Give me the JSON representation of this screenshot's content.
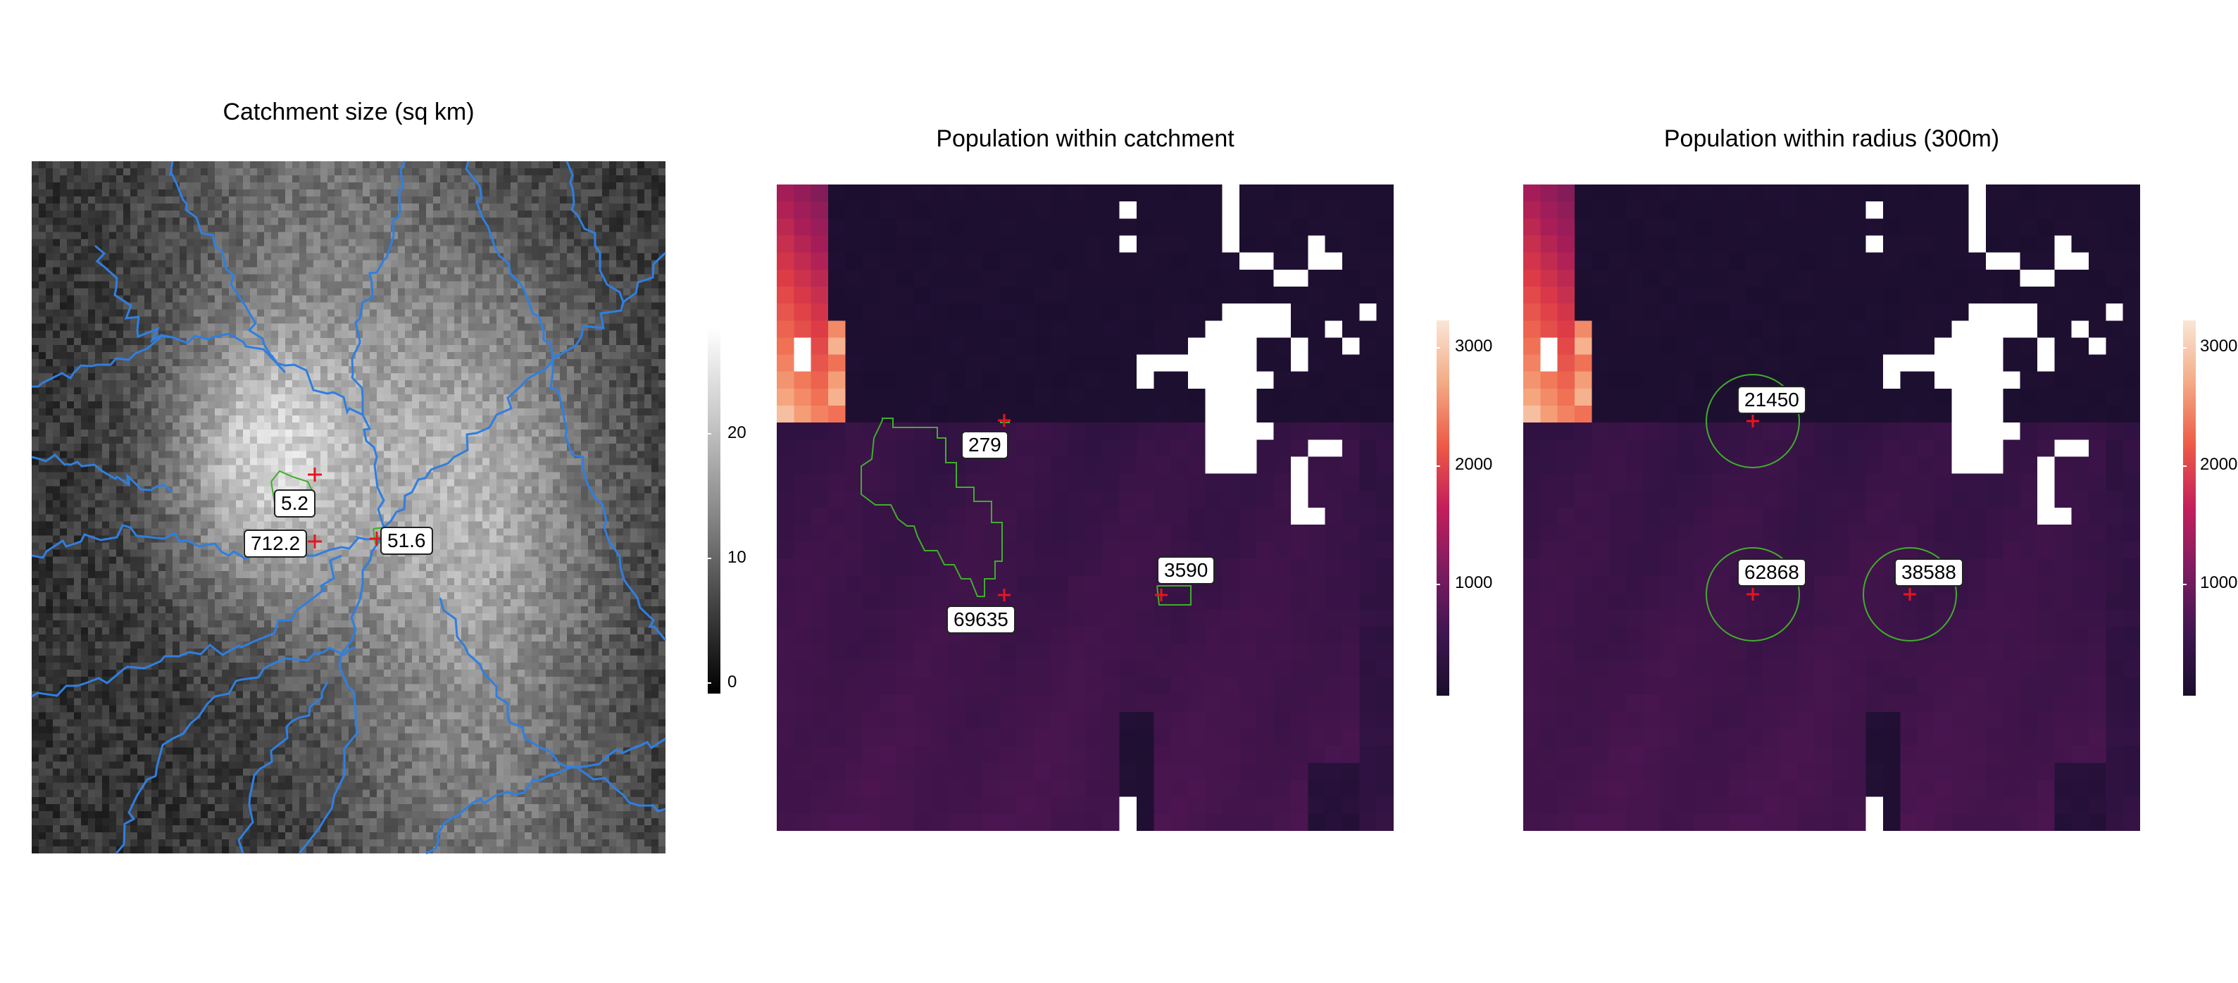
{
  "panels": [
    {
      "title": "Catchment size (sq km)",
      "legend": {
        "ticks": [
          "20",
          "10",
          "0"
        ],
        "tick_values": [
          20,
          10,
          0
        ],
        "range": [
          -1,
          29
        ],
        "palette": "greyscale"
      },
      "labels": [
        "5.2",
        "712.2",
        "51.6"
      ]
    },
    {
      "title": "Population within catchment",
      "legend": {
        "ticks": [
          "3000",
          "2000",
          "1000"
        ],
        "tick_values": [
          3000,
          2000,
          1000
        ],
        "range": [
          0,
          3150
        ],
        "palette": "rocket"
      },
      "labels": [
        "279",
        "69635",
        "3590"
      ]
    },
    {
      "title": "Population within radius (300m)",
      "legend": {
        "ticks": [
          "3000",
          "2000",
          "1000"
        ],
        "tick_values": [
          3000,
          2000,
          1000
        ],
        "range": [
          0,
          3150
        ],
        "palette": "rocket"
      },
      "labels": [
        "21450",
        "62868",
        "38588"
      ]
    }
  ],
  "chart_data": [
    {
      "type": "heatmap",
      "title": "Catchment size (sq km)",
      "legend_ticks": [
        0,
        10,
        20
      ],
      "color_scale": "grey (black = low, white = high)",
      "overlays": [
        "river network (blue lines)",
        "catchment outlets (red +)",
        "catchment boundaries (green lines)"
      ],
      "point_labels": [
        5.2,
        712.2,
        51.6
      ]
    },
    {
      "type": "heatmap",
      "title": "Population within catchment",
      "legend_ticks": [
        1000,
        2000,
        3000
      ],
      "color_scale": "rocket (dark purple = low, light peach = high)",
      "overlays": [
        "catchment outlets (red +)",
        "catchment boundaries (green lines)"
      ],
      "point_labels": [
        279,
        69635,
        3590
      ]
    },
    {
      "type": "heatmap",
      "title": "Population within radius (300m)",
      "legend_ticks": [
        1000,
        2000,
        3000
      ],
      "color_scale": "rocket (dark purple = low, light peach = high)",
      "overlays": [
        "points (red +)",
        "300m radius circles (green)"
      ],
      "point_labels": [
        21450,
        62868,
        38588
      ]
    }
  ],
  "colors": {
    "river": "#2f7fe0",
    "outlet": "#e8141e",
    "catchment": "#3fae2a",
    "nodata": "#ffffff"
  }
}
